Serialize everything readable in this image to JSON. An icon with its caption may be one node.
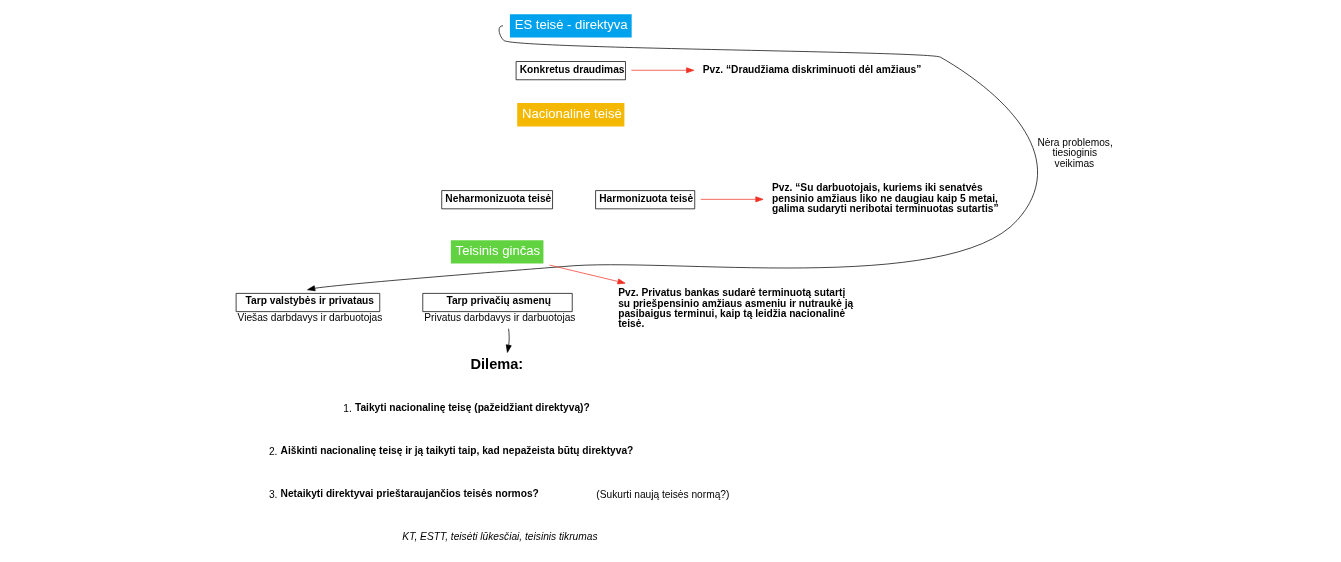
{
  "diagram": {
    "nodes": [
      {
        "text": [
          "ES teisė - direktyva"
        ]
      },
      {
        "text": [
          "Konkretus draudimas"
        ]
      },
      {
        "text": [
          "Pvz. “Draudžiama diskriminuoti dėl amžiaus”"
        ]
      },
      {
        "text": [
          "Nacionalinė teisė"
        ]
      },
      {
        "text": [
          "Neharmonizuota teisė"
        ]
      },
      {
        "text": [
          "Harmonizuota teisė"
        ]
      },
      {
        "text": [
          "Pvz. “Su darbuotojais, kuriems iki senatvės pensinio amžiaus liko ne daugiau kaip 5 metai, galima sudaryti neribotai terminuotas sutartis”"
        ]
      },
      {
        "text": [
          "Teisinis ginčas"
        ]
      },
      {
        "text": [
          "Tarp valstybės ir privataus"
        ],
        "beside": [
          "Viešas darbdavys ir darbuotojas"
        ]
      },
      {
        "text": [
          "Tarp privačių asmenų"
        ],
        "beside": [
          "Privatus darbdavys ir darbuotojas"
        ]
      },
      {
        "text": [
          "Pvz. Privatus bankas sudarė terminuotą sutartį su priešpensinio amžiaus asmeniu ir nutraukė ją pasibaigus terminui, kaip tą leidžia nacionalinė teisė."
        ]
      },
      {
        "text": [
          "Dilema:"
        ]
      }
    ],
    "edges": [
      {
        "from": 0,
        "to": 8,
        "arrow": "to",
        "label": "Nėra problemos, tiesioginis veikimas",
        "color": "#000000"
      },
      {
        "from": 1,
        "to": 2,
        "arrow": "to",
        "color": "#ee3124"
      },
      {
        "from": 5,
        "to": 6,
        "arrow": "to",
        "color": "#ee3124"
      },
      {
        "from": 7,
        "to": 10,
        "arrow": "to",
        "color": "#ee3124"
      },
      {
        "from": 9,
        "to": 11,
        "arrow": "to",
        "color": "#000000"
      }
    ],
    "labels": [
      "1.  **Taikyti nacionalinę teisę (pažeidžiant direktyvą)?**",
      "2.  **Aiškinti nacionalinę teisę ir ją taikyti taip, kad nepažeista būtų direktyva?**",
      "3.  **Netaikyti direktyvai prieštaraujančios teisės normos?** (Sukurti naują teisės normą?)",
      "*KT, ESTT, teisėti lūkesčiai, teisinis tikrumas*"
    ]
  }
}
